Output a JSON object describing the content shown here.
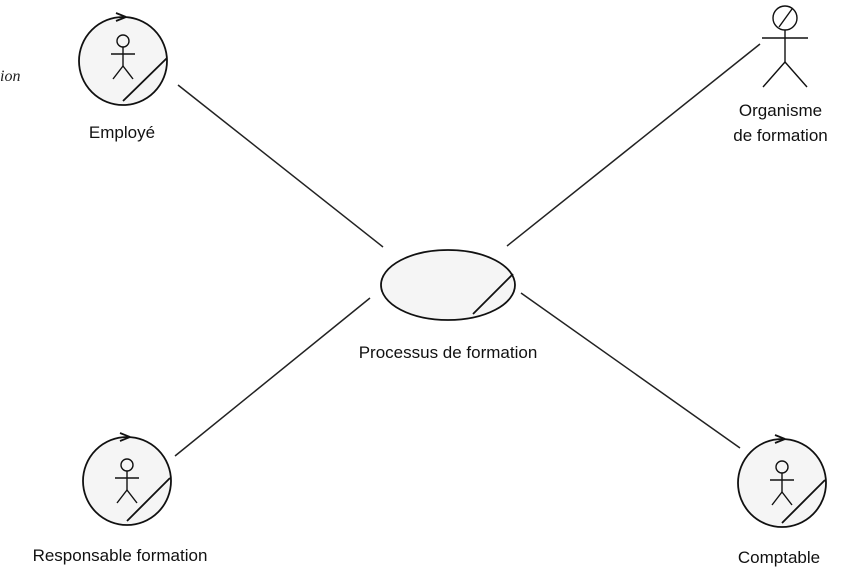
{
  "diagram": {
    "partial_text": "ion",
    "use_case": {
      "label": "Processus de formation"
    },
    "actors": {
      "employe": {
        "label": "Employé"
      },
      "organisme": {
        "label_line1": "Organisme",
        "label_line2": "de formation"
      },
      "responsable": {
        "label": "Responsable formation"
      },
      "comptable": {
        "label": "Comptable"
      }
    }
  }
}
